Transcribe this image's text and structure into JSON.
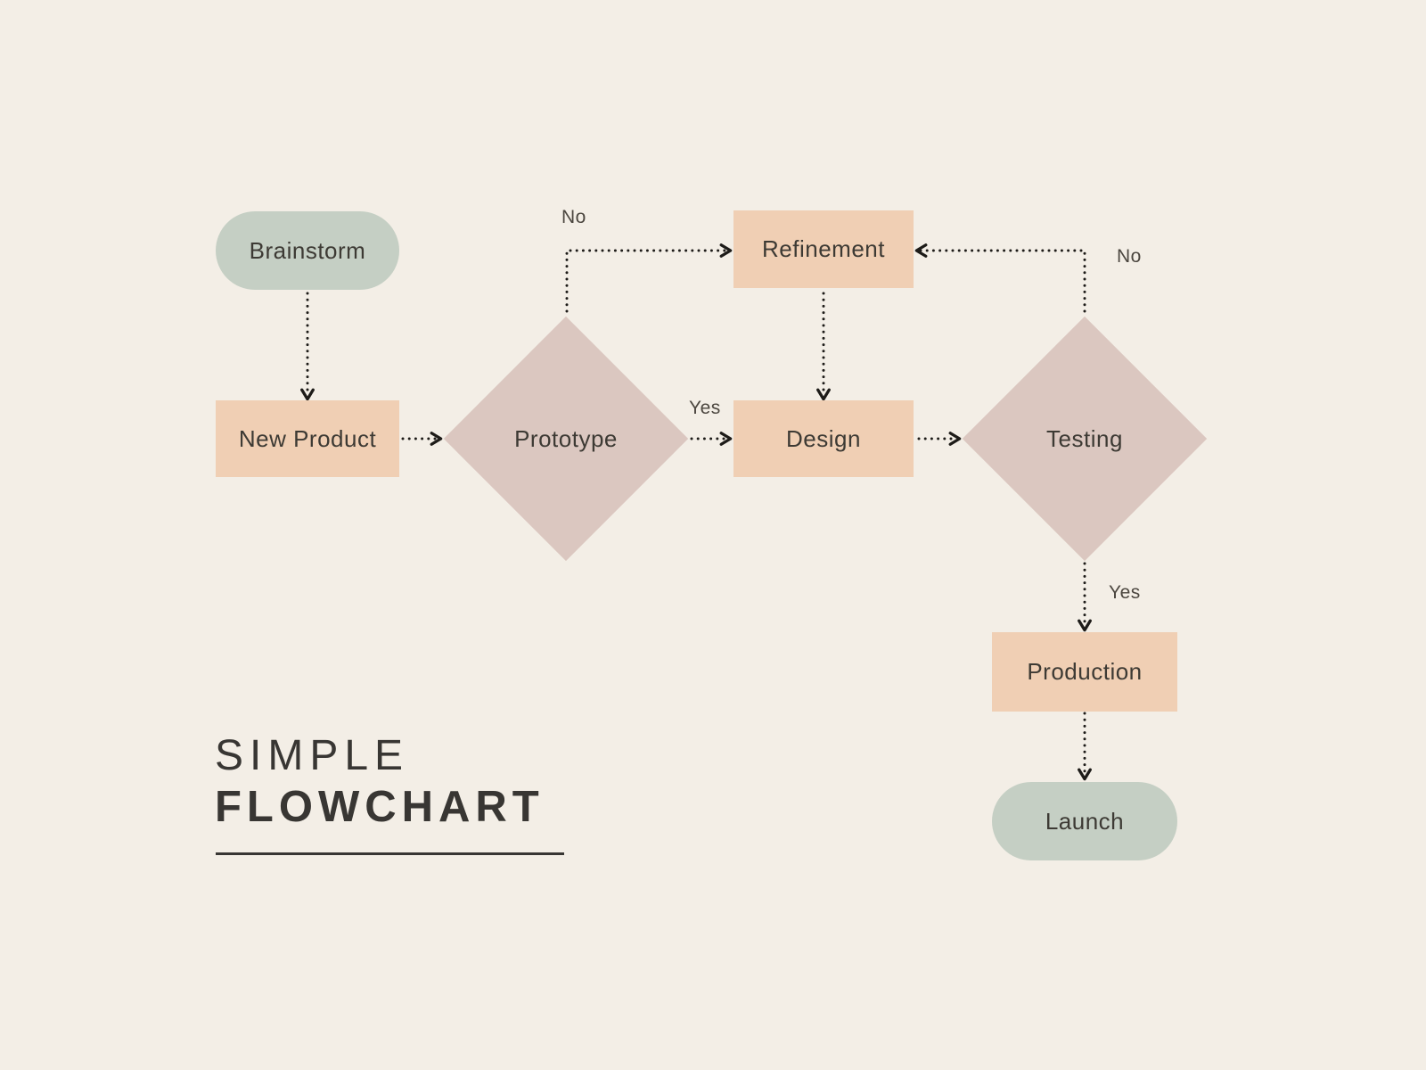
{
  "title": {
    "line1": "SIMPLE",
    "line2": "FLOWCHART"
  },
  "nodes": {
    "brainstorm": {
      "label": "Brainstorm",
      "type": "terminator"
    },
    "new_product": {
      "label": "New Product",
      "type": "process"
    },
    "prototype": {
      "label": "Prototype",
      "type": "decision"
    },
    "refinement": {
      "label": "Refinement",
      "type": "process"
    },
    "design": {
      "label": "Design",
      "type": "process"
    },
    "testing": {
      "label": "Testing",
      "type": "decision"
    },
    "production": {
      "label": "Production",
      "type": "process"
    },
    "launch": {
      "label": "Launch",
      "type": "terminator"
    }
  },
  "edge_labels": {
    "prototype_no": "No",
    "prototype_yes": "Yes",
    "testing_no": "No",
    "testing_yes": "Yes"
  },
  "edges": [
    {
      "from": "Brainstorm",
      "to": "New Product",
      "label": ""
    },
    {
      "from": "New Product",
      "to": "Prototype",
      "label": ""
    },
    {
      "from": "Prototype",
      "to": "Refinement",
      "label": "No"
    },
    {
      "from": "Prototype",
      "to": "Design",
      "label": "Yes"
    },
    {
      "from": "Refinement",
      "to": "Design",
      "label": ""
    },
    {
      "from": "Design",
      "to": "Testing",
      "label": ""
    },
    {
      "from": "Testing",
      "to": "Refinement",
      "label": "No"
    },
    {
      "from": "Testing",
      "to": "Production",
      "label": "Yes"
    },
    {
      "from": "Production",
      "to": "Launch",
      "label": ""
    }
  ],
  "colors": {
    "background": "#f3eee6",
    "node_terminator": "#c5cfc4",
    "node_process": "#f0cfb4",
    "node_decision": "#dbc7c0",
    "connector": "#1d1b18",
    "node_text": "#3d3a34",
    "label_text": "#4b463f",
    "title_text": "#383633"
  }
}
